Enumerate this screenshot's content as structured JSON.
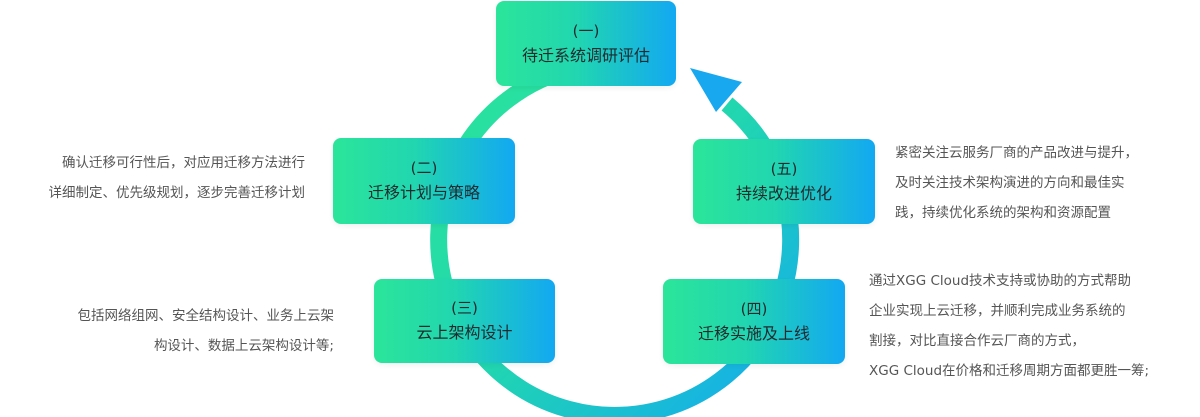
{
  "steps": [
    {
      "num": "(一)",
      "title": "待迁系统调研评估"
    },
    {
      "num": "(二)",
      "title": "迁移计划与策略"
    },
    {
      "num": "(三)",
      "title": "云上架构设计"
    },
    {
      "num": "(四)",
      "title": "迁移实施及上线"
    },
    {
      "num": "(五)",
      "title": "持续改进优化"
    }
  ],
  "notes": {
    "left_top": [
      "确认迁移可行性后，对应用迁移方法进行",
      "详细制定、优先级规划，逐步完善迁移计划"
    ],
    "left_bottom": [
      "包括网络组网、安全结构设计、业务上云架",
      "构设计、数据上云架构设计等;"
    ],
    "right_top": [
      "紧密关注云服务厂商的产品改进与提升，",
      "及时关注技术架构演进的方向和最佳实",
      "践，持续优化系统的架构和资源配置"
    ],
    "right_bottom": [
      "通过XGG Cloud技术支持或协助的方式帮助",
      "企业实现上云迁移，并顺利完成业务系统的",
      "割接，对比直接合作云厂商的方式，",
      "XGG Cloud在价格和迁移周期方面都更胜一筹;"
    ]
  },
  "colors": {
    "green": "#2be59a",
    "blue": "#13a8f2"
  }
}
